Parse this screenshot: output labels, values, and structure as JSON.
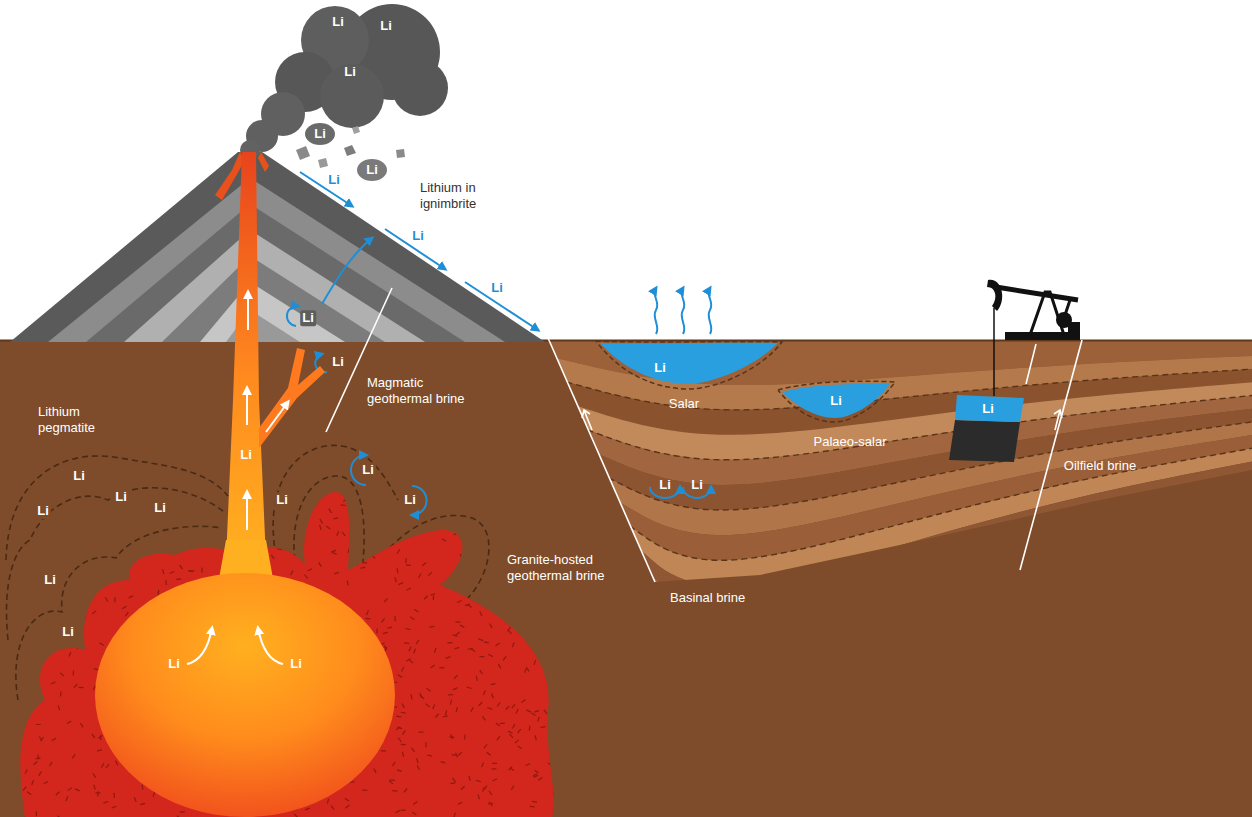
{
  "diagram": {
    "nodes": [
      {
        "text": [
          "Li",
          "Li"
        ]
      },
      {
        "text": [
          "Li",
          "Salar"
        ]
      },
      {
        "text": [
          "Li",
          "Palaeo-salar"
        ]
      },
      {
        "text": [
          "Li",
          "Oilfield brine"
        ]
      }
    ],
    "labels": [
      "Li",
      "Li",
      "Li",
      "Li",
      "Li",
      "Lithium in ignimbrite",
      "Li",
      "Li",
      "Li",
      "Li",
      "Li",
      "Magmatic geothermal brine",
      "Lithium pegmatite",
      "Li",
      "Li",
      "Li",
      "Li",
      "Li",
      "Li",
      "Li",
      "Li",
      "Li",
      "Li",
      "Granite-hosted geothermal brine",
      "Li",
      "Li",
      "Basinal brine"
    ]
  }
}
